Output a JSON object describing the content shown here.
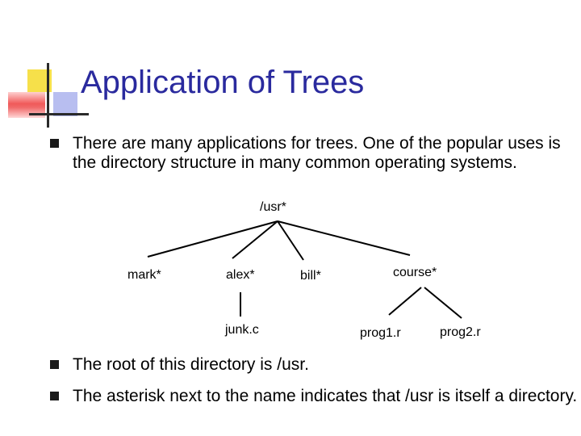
{
  "slide": {
    "title": "Application of Trees",
    "bullets": [
      "There are many applications for trees. One of the popular uses is the directory structure in many common operating systems.",
      "The root of this directory is /usr.",
      "The asterisk next to the name indicates that /usr is itself a directory."
    ]
  },
  "tree": {
    "root": "/usr*",
    "children": [
      "mark*",
      "alex*",
      "bill*",
      "course*"
    ],
    "alex_children": [
      "junk.c"
    ],
    "course_children": [
      "prog1.r",
      "prog2.r"
    ]
  },
  "colors": {
    "title": "#2a2a9e",
    "accent_yellow": "#f6e04a",
    "accent_red": "#f05a5a",
    "accent_blue": "#b8bef0"
  }
}
